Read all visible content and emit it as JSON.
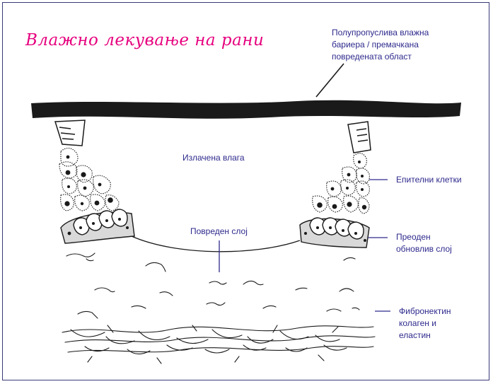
{
  "title": "Влажно лекување на рани",
  "labels": {
    "barrier": "Полупропуслива влажна\nбариера / премачкана\nповредената област",
    "moisture": "Излачена влага",
    "damaged_layer": "Повреден слој",
    "epithelial_cells": "Епителни клетки",
    "renewable_layer": "Преоден\nобновлив слој",
    "fibers": "Фибронектин\nколаген и\nеластин"
  },
  "colors": {
    "title": "#e6007e",
    "label_text": "#2e2a8c",
    "barrier": "#1a1a1a",
    "cell_fill": "#d9d9d9",
    "frame": "#3a3a7a"
  }
}
